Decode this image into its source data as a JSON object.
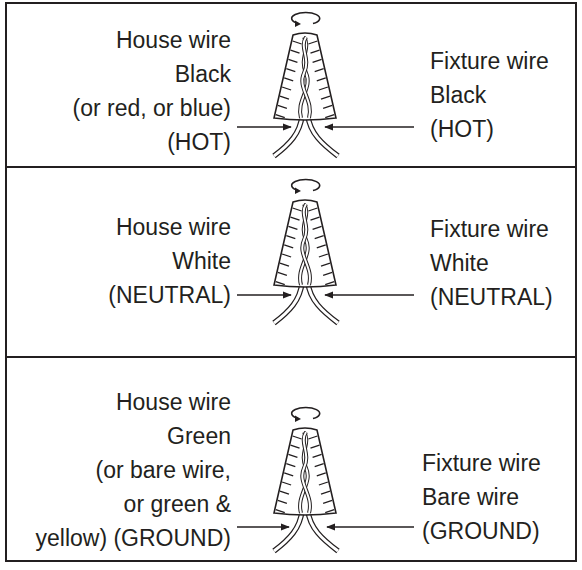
{
  "diagram": {
    "nodes": [
      {
        "text": [
          "House wire Black (or red, or blue) (HOT)",
          "Fixture wire Black (HOT)"
        ]
      },
      {
        "text": [
          "House wire White (NEUTRAL)",
          "Fixture wire White (NEUTRAL)"
        ]
      },
      {
        "text": [
          "House wire Green (or bare wire, or green & yellow) (GROUND)",
          "Fixture wire Bare wire (GROUND)"
        ]
      }
    ]
  }
}
